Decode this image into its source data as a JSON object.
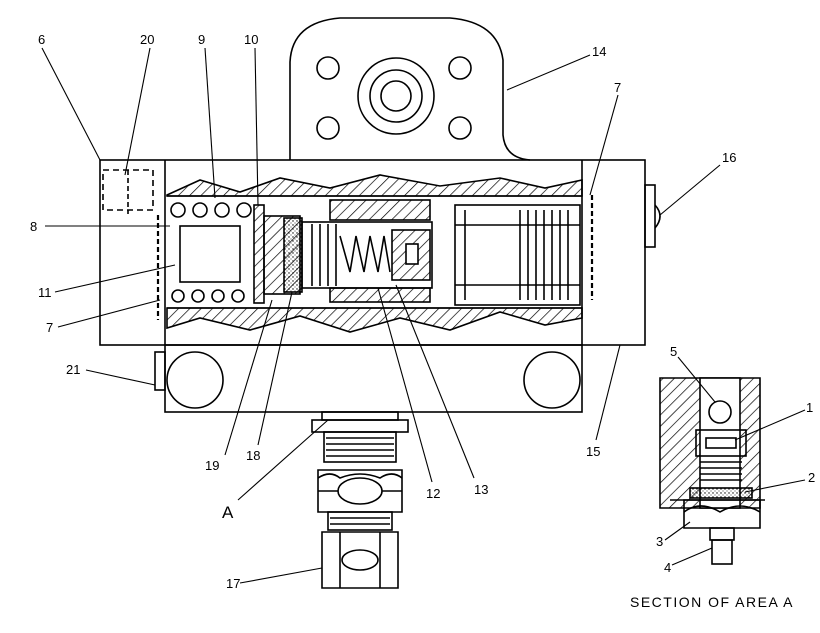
{
  "callouts": {
    "c1": "1",
    "c2": "2",
    "c3": "3",
    "c4": "4",
    "c5": "5",
    "c6": "6",
    "c7a": "7",
    "c7b": "7",
    "c8": "8",
    "c9": "9",
    "c10": "10",
    "c11": "11",
    "c12": "12",
    "c13": "13",
    "c14": "14",
    "c15": "15",
    "c16": "16",
    "c17": "17",
    "c18": "18",
    "c19": "19",
    "c20": "20",
    "c21": "21",
    "cA": "A"
  },
  "section_caption": "SECTION OF AREA A",
  "colors": {
    "line": "#000000",
    "background": "#ffffff"
  }
}
